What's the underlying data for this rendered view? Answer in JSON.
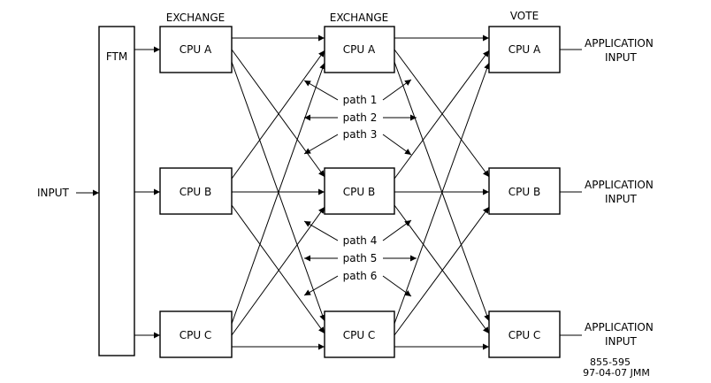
{
  "headers": {
    "col1": "EXCHANGE",
    "col2": "EXCHANGE",
    "col3": "VOTE"
  },
  "ftm_label": "FTM",
  "input_label": "INPUT",
  "cpu_labels": [
    "CPU A",
    "CPU B",
    "CPU C"
  ],
  "app_input": {
    "line1": "APPLICATION",
    "line2": "INPUT"
  },
  "paths": [
    "path 1",
    "path 2",
    "path 3",
    "path 4",
    "path 5",
    "path 6"
  ],
  "drawing_number": "855-595",
  "drawing_date": "97-04-07 JMM"
}
